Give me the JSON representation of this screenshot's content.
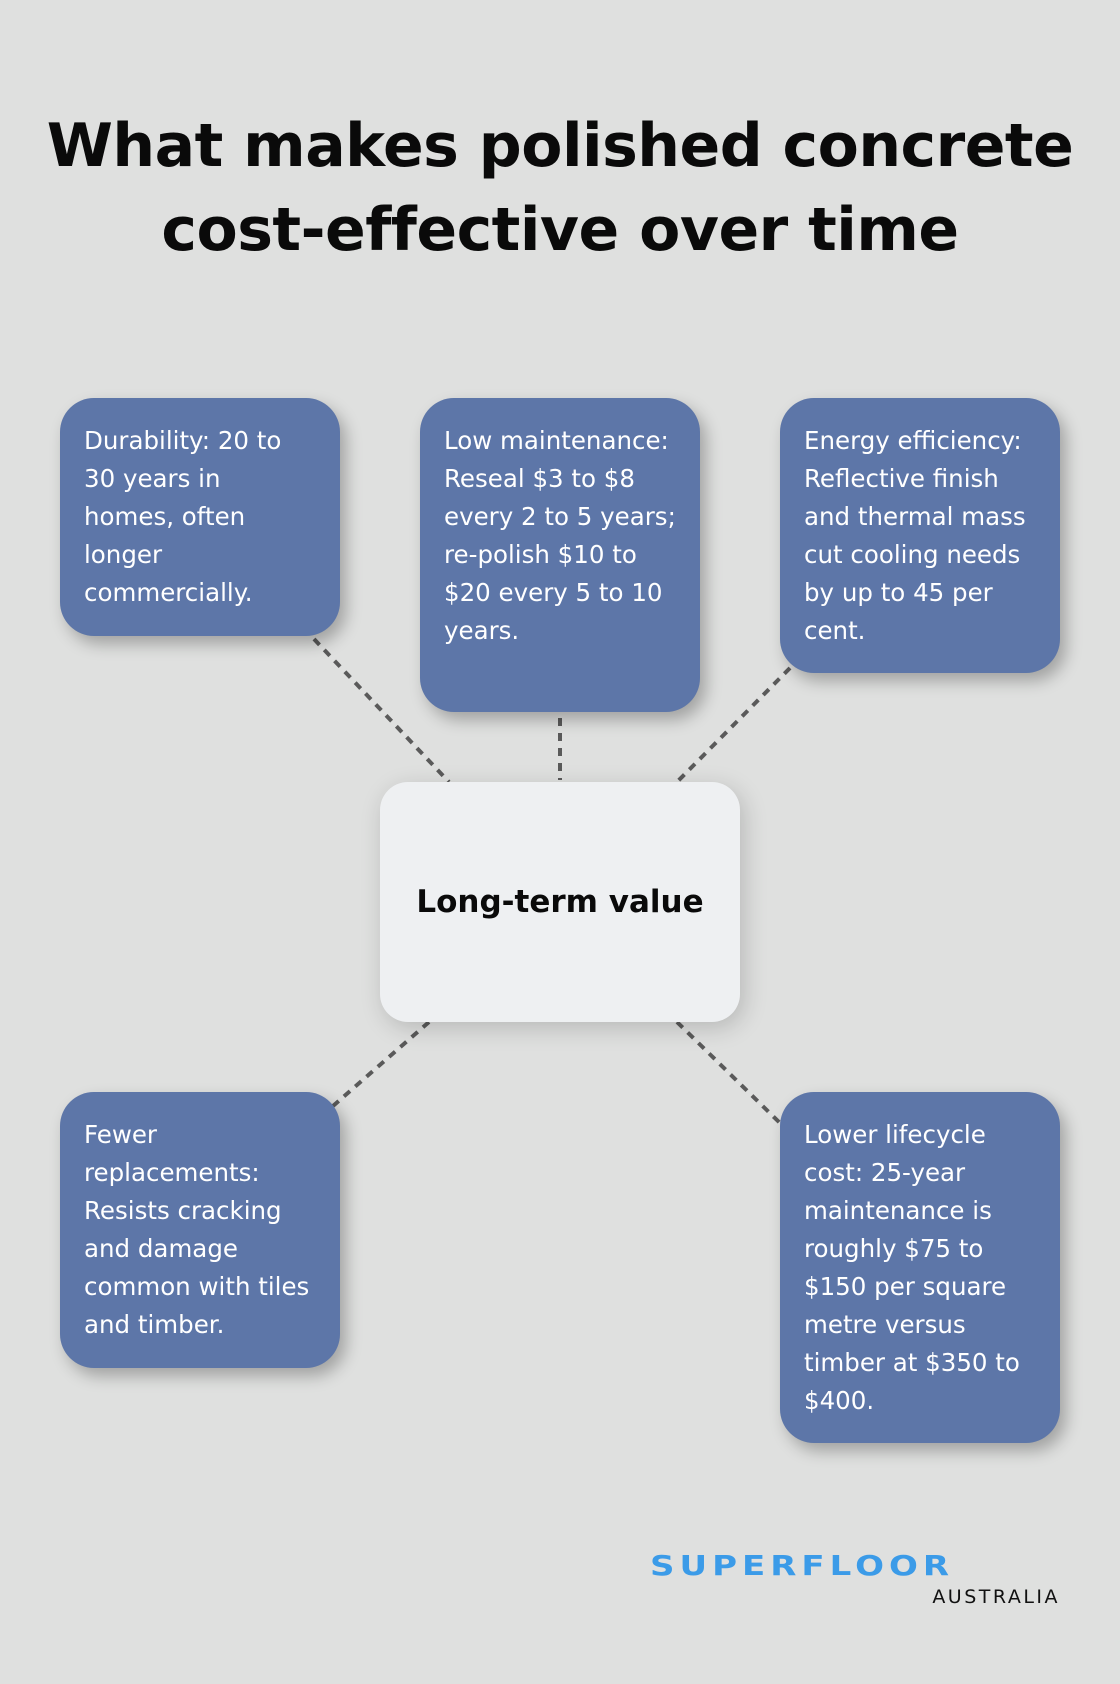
{
  "title": {
    "line1": "What makes polished concrete",
    "line2": "cost-effective over time"
  },
  "center": {
    "label": "Long-term value"
  },
  "cards": [
    {
      "id": "durability",
      "text": "Durability: 20 to 30 years in homes, often longer commercially."
    },
    {
      "id": "low-maintenance",
      "text": "Low maintenance: Reseal $3 to $8 every 2 to 5 years; re-polish $10 to $20 every 5 to 10 years."
    },
    {
      "id": "energy-efficiency",
      "text": "Energy efficiency: Reflective finish and thermal mass cut cooling needs by up to 45 per cent."
    },
    {
      "id": "fewer-replacements",
      "text": "Fewer replacements: Resists cracking and damage common with tiles and timber."
    },
    {
      "id": "lower-lifecycle-cost",
      "text": "Lower lifecycle cost: 25-year maintenance is roughly $75 to $150 per square metre versus timber at $350 to $400."
    }
  ],
  "logo": {
    "brand": "SUPERFLOOR",
    "sub": "AUSTRALIA"
  },
  "colors": {
    "background": "#dfe0df",
    "card": "#5d76a8",
    "center": "#eef0f2",
    "connector": "#5a5a5a",
    "brand": "#3b9be8"
  }
}
